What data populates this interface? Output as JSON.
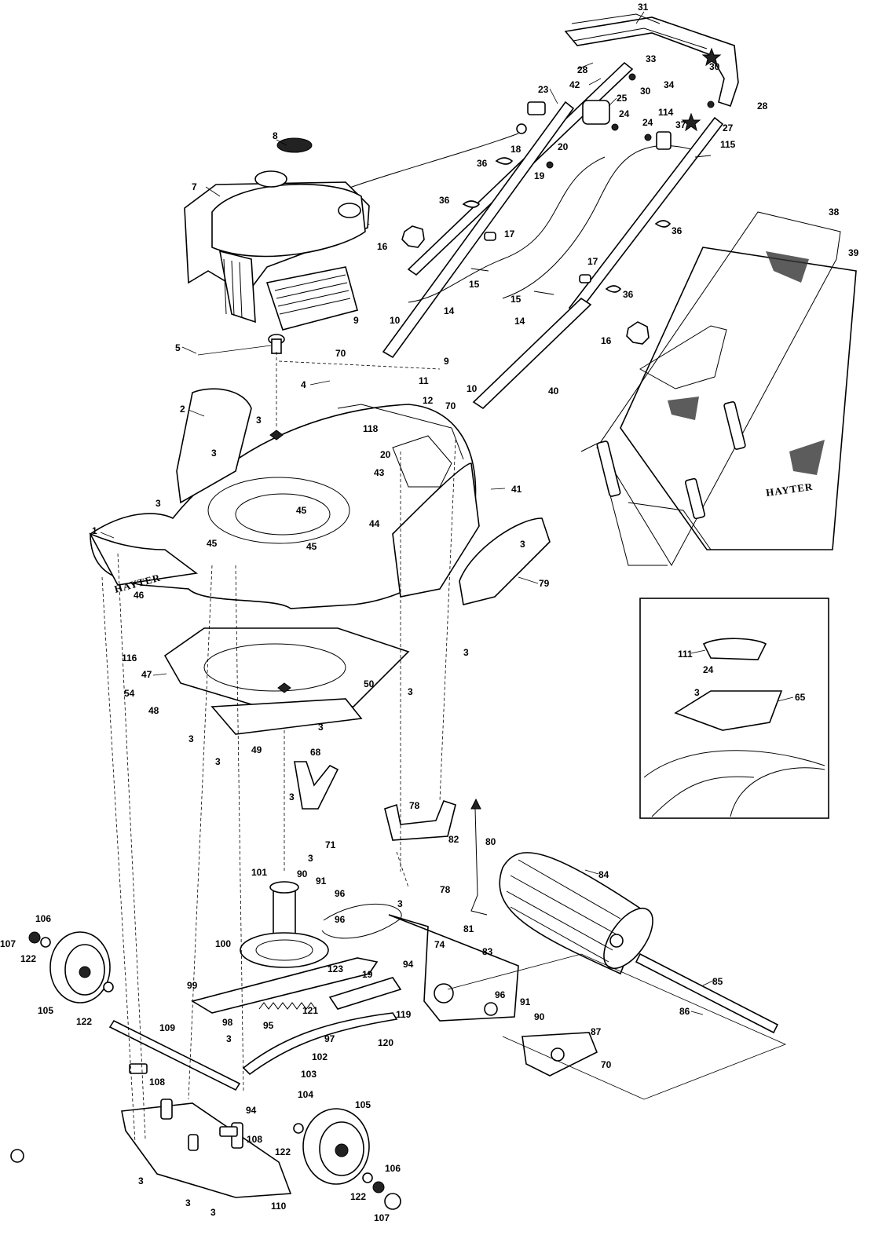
{
  "diagram": {
    "brand_labels": [
      "HAYTER",
      "HAYTER"
    ],
    "callouts": [
      "31",
      "33",
      "34",
      "30",
      "28",
      "42",
      "30",
      "28",
      "27",
      "23",
      "25",
      "24",
      "114",
      "37",
      "24",
      "115",
      "8",
      "18",
      "20",
      "19",
      "36",
      "36",
      "36",
      "7",
      "17",
      "16",
      "15",
      "17",
      "15",
      "36",
      "38",
      "39",
      "14",
      "14",
      "16",
      "9",
      "10",
      "9",
      "11",
      "10",
      "70",
      "40",
      "5",
      "70",
      "4",
      "12",
      "2",
      "3",
      "3",
      "118",
      "20",
      "43",
      "41",
      "45",
      "45",
      "45",
      "44",
      "1",
      "3",
      "3",
      "79",
      "46",
      "3",
      "116",
      "47",
      "54",
      "48",
      "50",
      "3",
      "3",
      "3",
      "49",
      "3",
      "68",
      "3",
      "78",
      "71",
      "3",
      "82",
      "80",
      "84",
      "101",
      "90",
      "91",
      "96",
      "3",
      "78",
      "96",
      "81",
      "74",
      "83",
      "107",
      "106",
      "122",
      "100",
      "123",
      "94",
      "99",
      "19",
      "121",
      "119",
      "96",
      "91",
      "90",
      "85",
      "86",
      "87",
      "105",
      "122",
      "98",
      "95",
      "97",
      "120",
      "109",
      "102",
      "3",
      "103",
      "70",
      "108",
      "104",
      "94",
      "105",
      "108",
      "122",
      "106",
      "3",
      "3",
      "110",
      "122",
      "107",
      "3",
      "111",
      "24",
      "3",
      "65"
    ]
  }
}
